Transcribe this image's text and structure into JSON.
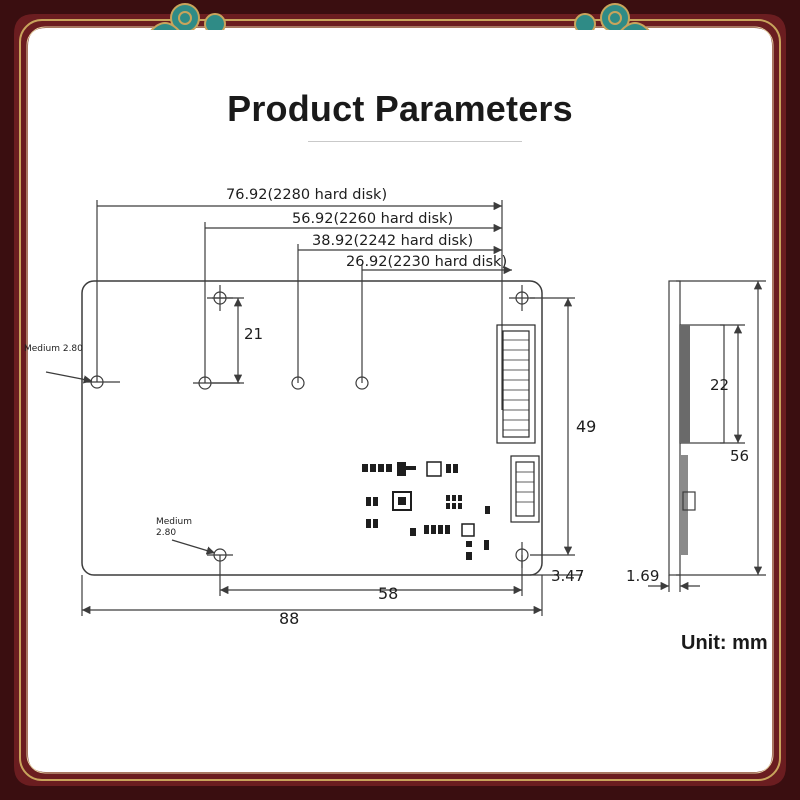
{
  "title": "Product Parameters",
  "unit_label": "Unit: mm",
  "colors": {
    "frame_outer": "#6b1d20",
    "frame_inner": "#3a0e10",
    "gold": "#c8a45c",
    "teal": "#2f8b86",
    "line": "#3c3c3c"
  },
  "dimensions": {
    "d_76": "76.92(2280 hard disk)",
    "d_56": "56.92(2260 hard disk)",
    "d_38": "38.92(2242 hard disk)",
    "d_26": "26.92(2230 hard disk)",
    "h_21": "21",
    "h_49": "49",
    "w_58": "58",
    "w_88": "88",
    "v_347": "3.47",
    "side_22": "22",
    "side_56": "56",
    "side_169": "1.69"
  },
  "hole_labels": {
    "top_line1": "Medium 2.80",
    "bottom_line1": "Medium",
    "bottom_line2": "2.80"
  }
}
